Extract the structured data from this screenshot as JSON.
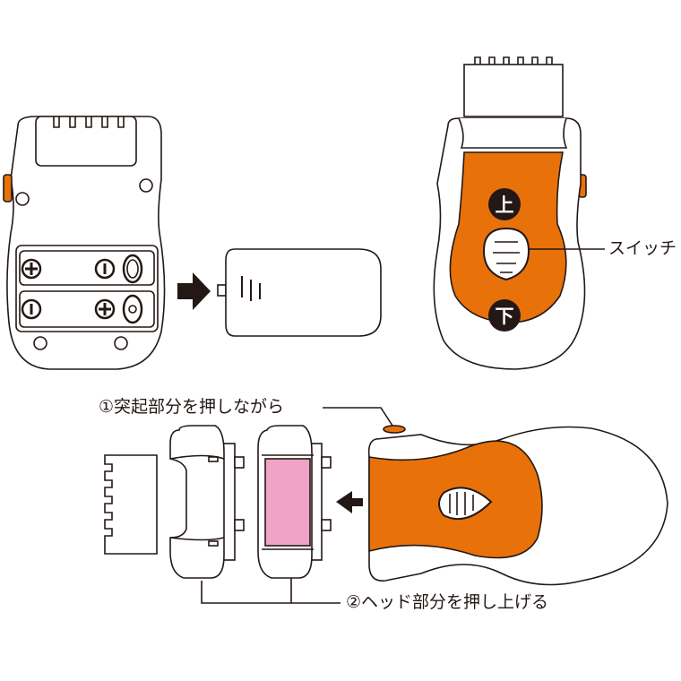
{
  "labels": {
    "switch": "スイッチ",
    "up": "上",
    "down": "下",
    "step1": "①突起部分を押しながら",
    "step2": "②ヘッド部分を押し上げる"
  },
  "colors": {
    "body_accent": "#e8710a",
    "filter_pink": "#f0a3c6",
    "line": "#231815"
  }
}
